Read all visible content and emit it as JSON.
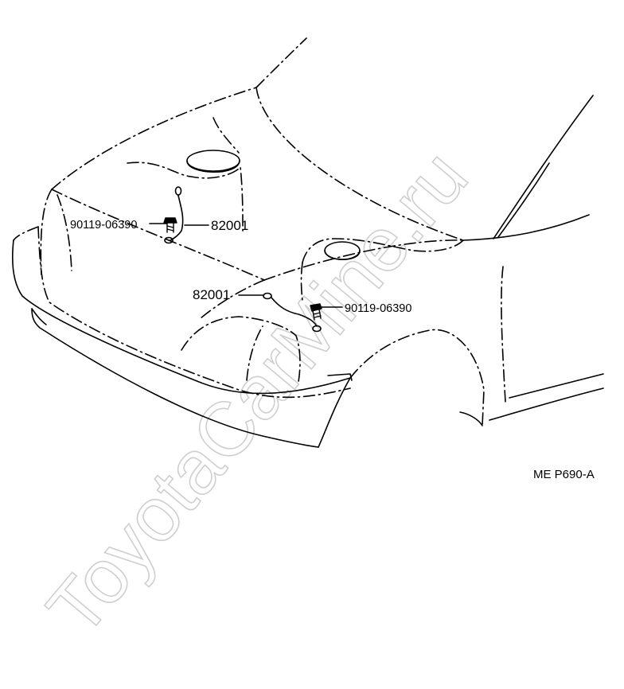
{
  "watermark": "ToyotaCarMine.ru",
  "figure_code": "ME P690-A",
  "callouts": {
    "left_bolt": "90119-06390",
    "left_wire": "82001",
    "right_wire": "82001",
    "right_bolt": "90119-06390"
  }
}
